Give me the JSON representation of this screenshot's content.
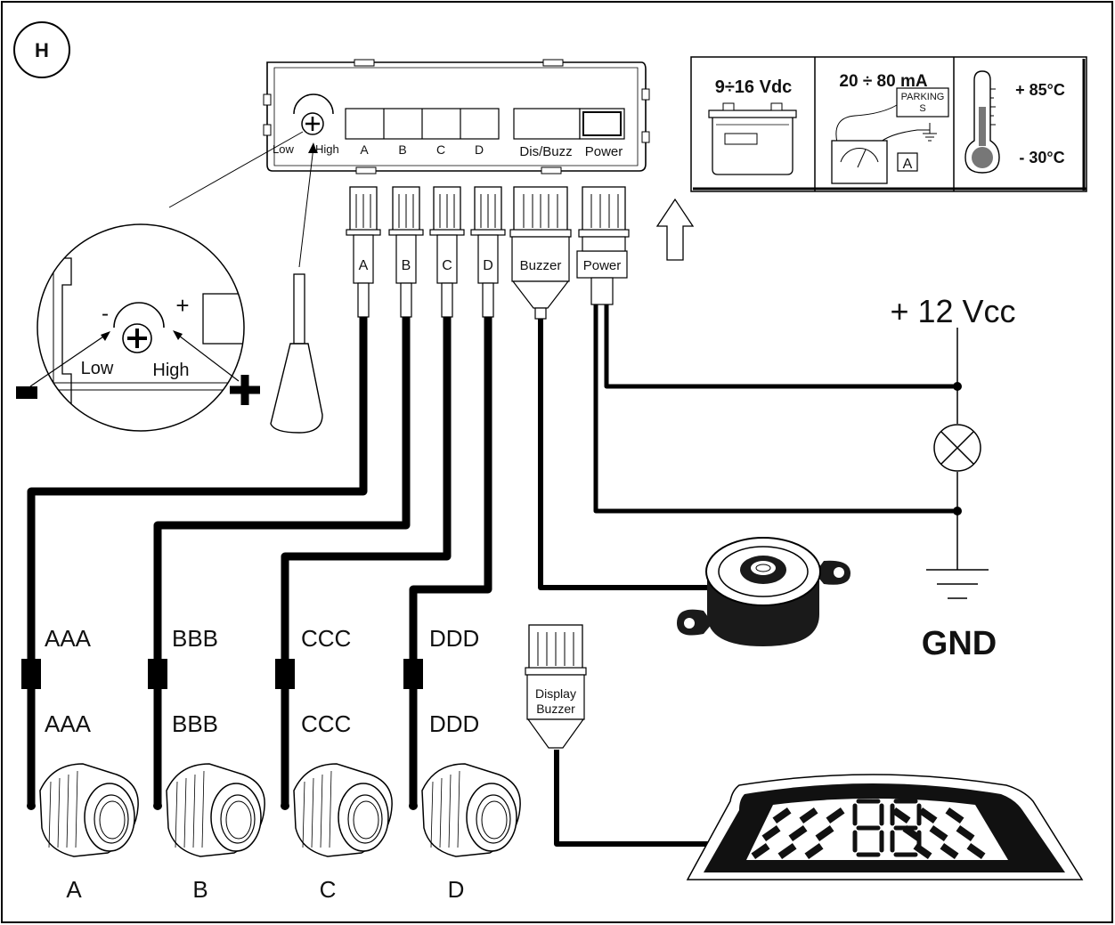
{
  "section_badge": "H",
  "control_unit": {
    "sensitivity": {
      "low": "Low",
      "high": "High"
    },
    "slot_labels": [
      "A",
      "B",
      "C",
      "D"
    ],
    "dis_buzz": "Dis/Buzz",
    "power": "Power"
  },
  "specs": {
    "voltage": "9÷16 Vdc",
    "current": "20 ÷ 80 mA",
    "parking_line1": "PARKING",
    "parking_line2": "S",
    "meter_letter": "A",
    "temp_high": "+ 85°C",
    "temp_low": "- 30°C"
  },
  "connectors": {
    "a": "A",
    "b": "B",
    "c": "C",
    "d": "D",
    "buzzer": "Buzzer",
    "power": "Power",
    "display_line1": "Display",
    "display_line2": "Buzzer"
  },
  "zoom": {
    "minus": "-",
    "plus": "+",
    "low": "Low",
    "high": "High"
  },
  "supply": "+ 12 Vcc",
  "gnd": "GND",
  "cables": {
    "a_top": "AAA",
    "a_bottom": "AAA",
    "b_top": "BBB",
    "b_bottom": "BBB",
    "c_top": "CCC",
    "c_bottom": "CCC",
    "d_top": "DDD",
    "d_bottom": "DDD"
  },
  "sensors": [
    "A",
    "B",
    "C",
    "D"
  ],
  "display_digits": "88"
}
